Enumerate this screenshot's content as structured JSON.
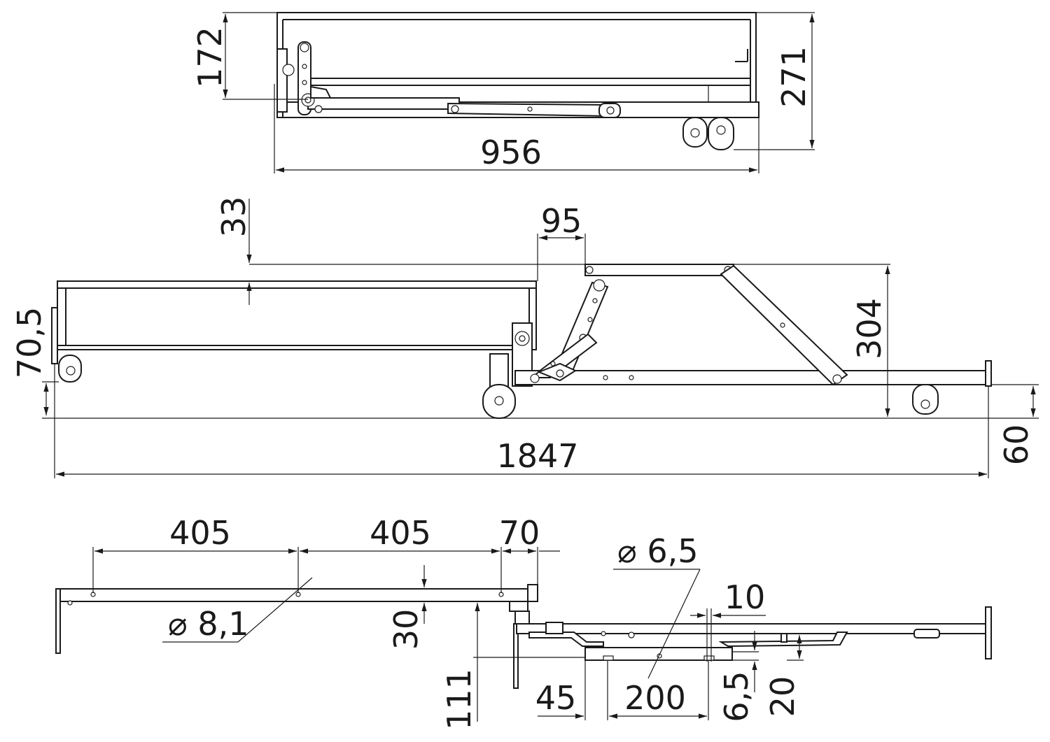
{
  "view_top": {
    "dim_height_inner": "172",
    "dim_height_total": "271",
    "dim_length": "956"
  },
  "view_middle": {
    "dim_offset": "33",
    "dim_link": "95",
    "dim_height_base": "70,5",
    "dim_height_total": "304",
    "dim_length_total": "1847",
    "dim_wheel": "60"
  },
  "view_bottom": {
    "dim_spacing_1": "405",
    "dim_spacing_2": "405",
    "dim_end": "70",
    "dim_hole_large": "⌀ 8,1",
    "dim_depth": "30",
    "dim_height": "111",
    "dim_hole_small": "⌀ 6,5",
    "dim_gap": "10",
    "dim_offset": "45",
    "dim_slot": "200",
    "dim_slot_width": "6,5",
    "dim_rise": "20"
  },
  "colors": {
    "ink": "#1a1a1a",
    "paper": "#ffffff"
  }
}
